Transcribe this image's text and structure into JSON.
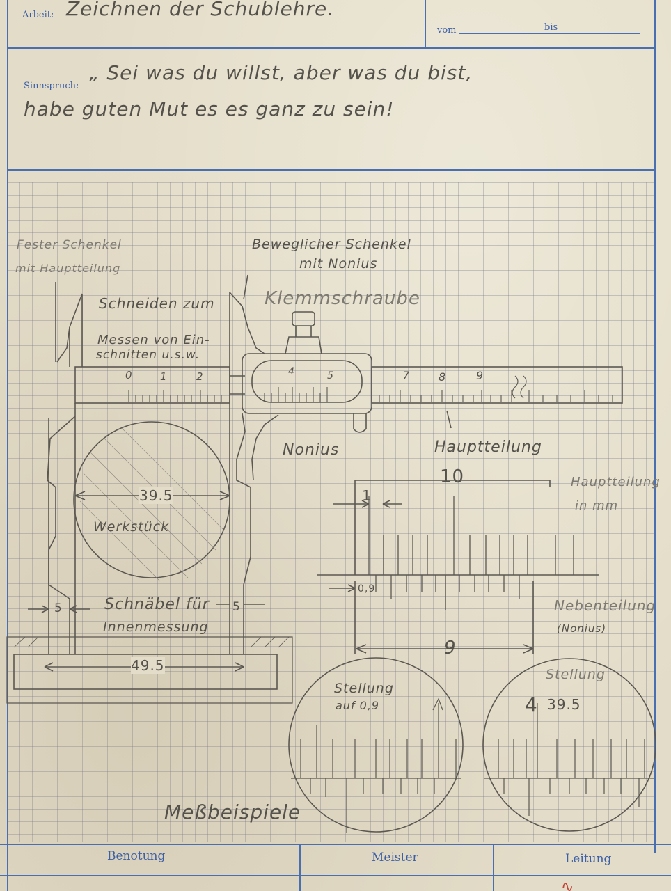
{
  "header": {
    "arbeit_label": "Arbeit:",
    "arbeit_value": "Zeichnen der Schublehre.",
    "vom_label": "vom",
    "bis_label": "bis",
    "sinnspruch_label": "Sinnspruch:",
    "sinnspruch_line1": "„ Sei was du willst, aber was du bist,",
    "sinnspruch_line2": "habe guten Mut es es ganz zu sein!"
  },
  "drawing": {
    "fester_schenkel_1": "Fester Schenkel",
    "fester_schenkel_2": "mit Hauptteilung",
    "beweglicher_1": "Beweglicher Schenkel",
    "beweglicher_2": "mit Nonius",
    "klemmschraube": "Klemmschraube",
    "schneiden_1": "Schneiden zum",
    "schneiden_2": "Messen von Ein-",
    "schneiden_3": "schnitten u.s.w.",
    "scale_0": "0",
    "scale_1": "1",
    "scale_2": "2",
    "scale_4": "4",
    "scale_5": "5",
    "scale_7": "7",
    "scale_8": "8",
    "scale_9": "9",
    "nonius": "Nonius",
    "hauptteilung": "Hauptteilung",
    "hauptteilung_mm_1": "Hauptteilung",
    "hauptteilung_mm_2": "in mm",
    "dim_10": "10",
    "dim_1": "1",
    "dim_09": "0,9",
    "dim_9": "9",
    "nebenteilung_1": "Nebenteilung",
    "nebenteilung_2": "(Nonius)",
    "dim_395": "39.5",
    "werkstueck": "Werkstück",
    "dim_5_left": "5",
    "dim_5_right": "5",
    "schnaebel_1": "Schnäbel für",
    "schnaebel_2": "Innenmessung",
    "dim_495": "49.5",
    "stellung_1_a": "Stellung",
    "stellung_1_b": "auf 0,9",
    "stellung_2_a": "Stellung",
    "stellung_2_num": "4",
    "stellung_2_val": "39.5",
    "messbeispiele": "Meßbeispiele"
  },
  "footer": {
    "benotung": "Benotung",
    "meister": "Meister",
    "leitung": "Leitung"
  },
  "colors": {
    "form_blue": "#4a6fb0",
    "pencil": "#55524c",
    "stamp_red": "#c2463a"
  }
}
